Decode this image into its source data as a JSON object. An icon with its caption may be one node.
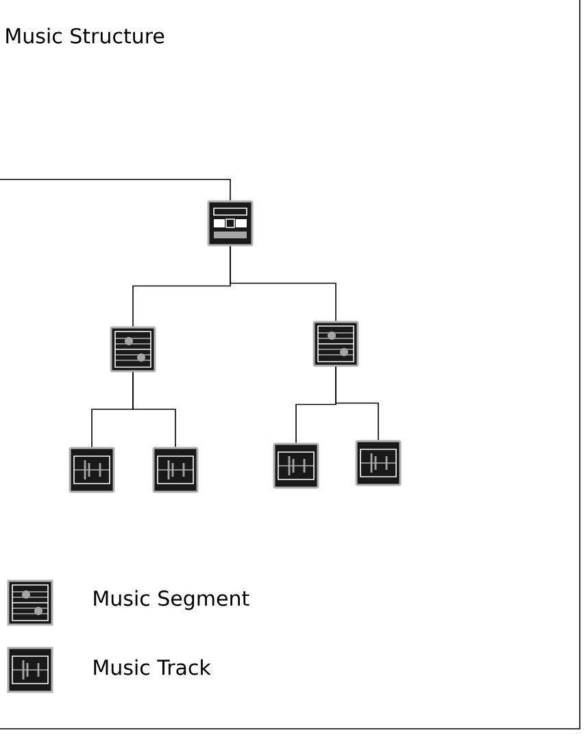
{
  "diagram": {
    "title": "Music Structure",
    "nodes": [
      {
        "text": [],
        "shape": "box"
      },
      {
        "text": [],
        "shape": "box"
      },
      {
        "text": [],
        "shape": "box"
      },
      {
        "text": [],
        "shape": "box"
      },
      {
        "text": [],
        "shape": "box"
      },
      {
        "text": [],
        "shape": "box"
      },
      {
        "text": [],
        "shape": "box"
      }
    ],
    "edges": [
      {
        "from": null,
        "to": 0,
        "arrow": "none"
      },
      {
        "from": 0,
        "to": 1,
        "arrow": "none"
      },
      {
        "from": 0,
        "to": 2,
        "arrow": "none"
      },
      {
        "from": 1,
        "to": 3,
        "arrow": "none"
      },
      {
        "from": 1,
        "to": 4,
        "arrow": "none"
      },
      {
        "from": 2,
        "to": 5,
        "arrow": "none"
      },
      {
        "from": 2,
        "to": 6,
        "arrow": "none"
      }
    ],
    "legend": [
      {
        "text": "Music Segment"
      },
      {
        "text": "Music Track"
      }
    ]
  }
}
